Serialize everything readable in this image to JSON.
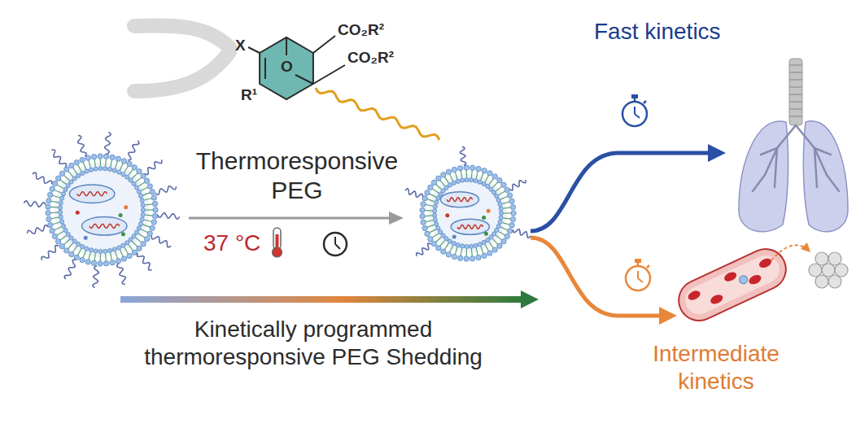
{
  "diagram": {
    "labels": [
      "CO₂R²",
      "CO₂R²",
      "X",
      "O",
      "R¹",
      "Thermoresponsive PEG",
      "37 °C",
      "Kinetically programmed thermoresponsive PEG Shedding",
      "Fast kinetics",
      "Intermediate kinetics"
    ]
  }
}
